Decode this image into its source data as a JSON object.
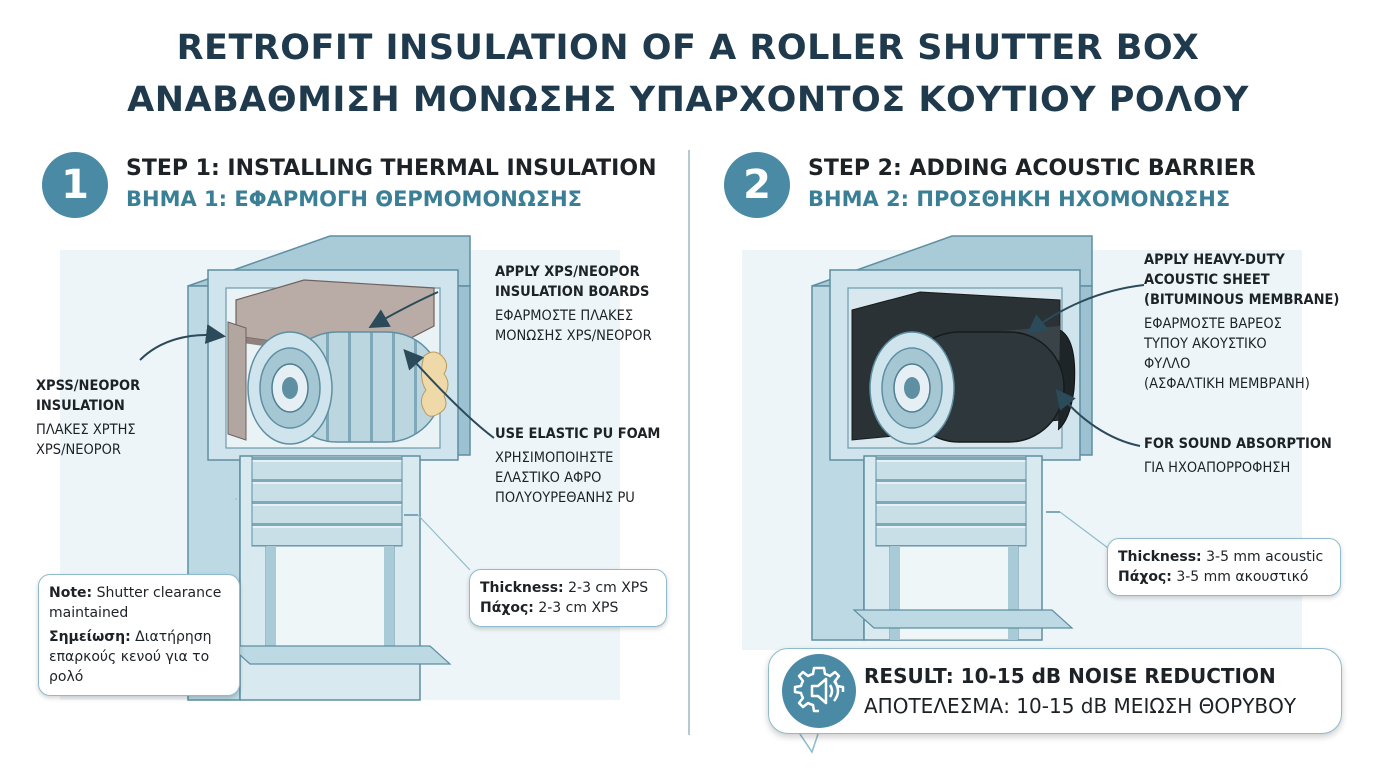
{
  "title": {
    "en": "RETROFIT INSULATION OF A ROLLER SHUTTER BOX",
    "gr": "ΑΝΑΒΑΘΜΙΣΗ ΜΟΝΩΣΗΣ ΥΠΑΡΧΟΝΤΟΣ ΚΟΥΤΙΟΥ ΡΟΛΟΥ"
  },
  "step1": {
    "number": "1",
    "heading_en": "STEP 1: INSTALLING THERMAL INSULATION",
    "heading_gr": "ΒΗΜΑ 1: ΕΦΑΡΜΟΓΗ ΘΕΡΜΟΜΟΝΩΣΗΣ",
    "boards": {
      "en1": "APPLY XPS/NEOPOR",
      "en2": "INSULATION BOARDS",
      "gr1": "ΕΦΑΡΜΟΣΤΕ ΠΛΑΚΕΣ",
      "gr2": "ΜΟΝΩΣΗΣ XPS/NEOPOR"
    },
    "insulation": {
      "en1": "XPSS/NEOPOR",
      "en2": "INSULATION",
      "gr1": "ΠΛΑΚΕΣ ΧΡΤΗΣ",
      "gr2": "XPS/NEOPOR"
    },
    "foam": {
      "en": "USE ELASTIC PU FOAM",
      "gr1": "ΧΡΗΣΙΜΟΠΟΙΗΣΤΕ",
      "gr2": "ΕΛΑΣΤΙΚΟ ΑΦΡΟ",
      "gr3": "ΠΟΛΥΟΥΡΕΘΑΝΗΣ PU"
    },
    "note": {
      "label": "Note:",
      "en1": " Shutter clearance",
      "en2": "maintained",
      "gr_label": "Σημείωση:",
      "gr1": " Διατήρηση",
      "gr2": "επαρκούς κενού για το",
      "gr3": "ρολό"
    },
    "thickness": {
      "en_label": "Thickness:",
      "en_value": " 2-3 cm XPS",
      "gr_label": "Πάχος:",
      "gr_value": " 2-3 cm XPS"
    }
  },
  "step2": {
    "number": "2",
    "heading_en": "STEP 2: ADDING ACOUSTIC BARRIER",
    "heading_gr": "ΒΗΜΑ 2: ΠΡΟΣΘΗΚΗ ΗΧΟΜΟΝΩΣΗΣ",
    "sheet": {
      "en1": "APPLY HEAVY-DUTY",
      "en2": "ACOUSTIC SHEET",
      "en3": "(BITUMINOUS MEMBRANE)",
      "gr1": "ΕΦΑΡΜΟΣΤΕ ΒΑΡΕΟΣ",
      "gr2": "ΤΥΠΟΥ ΑΚΟΥΣΤΙΚΟ",
      "gr3": "ΦΥΛΛΟ",
      "gr4": "(ΑΣΦΑΛΤΙΚΗ ΜΕΜΒΡΑΝΗ)"
    },
    "absorption": {
      "en": "FOR SOUND ABSORPTION",
      "gr": "ΓΙΑ ΗΧΟΑΠΟΡΡΟΦΗΣΗ"
    },
    "thickness": {
      "en_label": "Thickness:",
      "en_value": " 3-5 mm acoustic",
      "gr_label": "Πάχος:",
      "gr_value": " 3-5 mm ακουστικό"
    }
  },
  "result": {
    "en": "RESULT: 10-15 dB NOISE REDUCTION",
    "gr": "ΑΠΟΤΕΛΕΣΜΑ: 10-15 dB ΜΕΙΩΣΗ ΘΟΡΥΒΟΥ",
    "icon": "gear-speaker-icon"
  },
  "colors": {
    "frame": "#d4e8ef",
    "frame_dark": "#8fbccc",
    "accent": "#4a8aa5",
    "board": "#b9aca6",
    "membrane": "#2b3236",
    "foam": "#efd9a8",
    "title": "#1f3a4d"
  }
}
